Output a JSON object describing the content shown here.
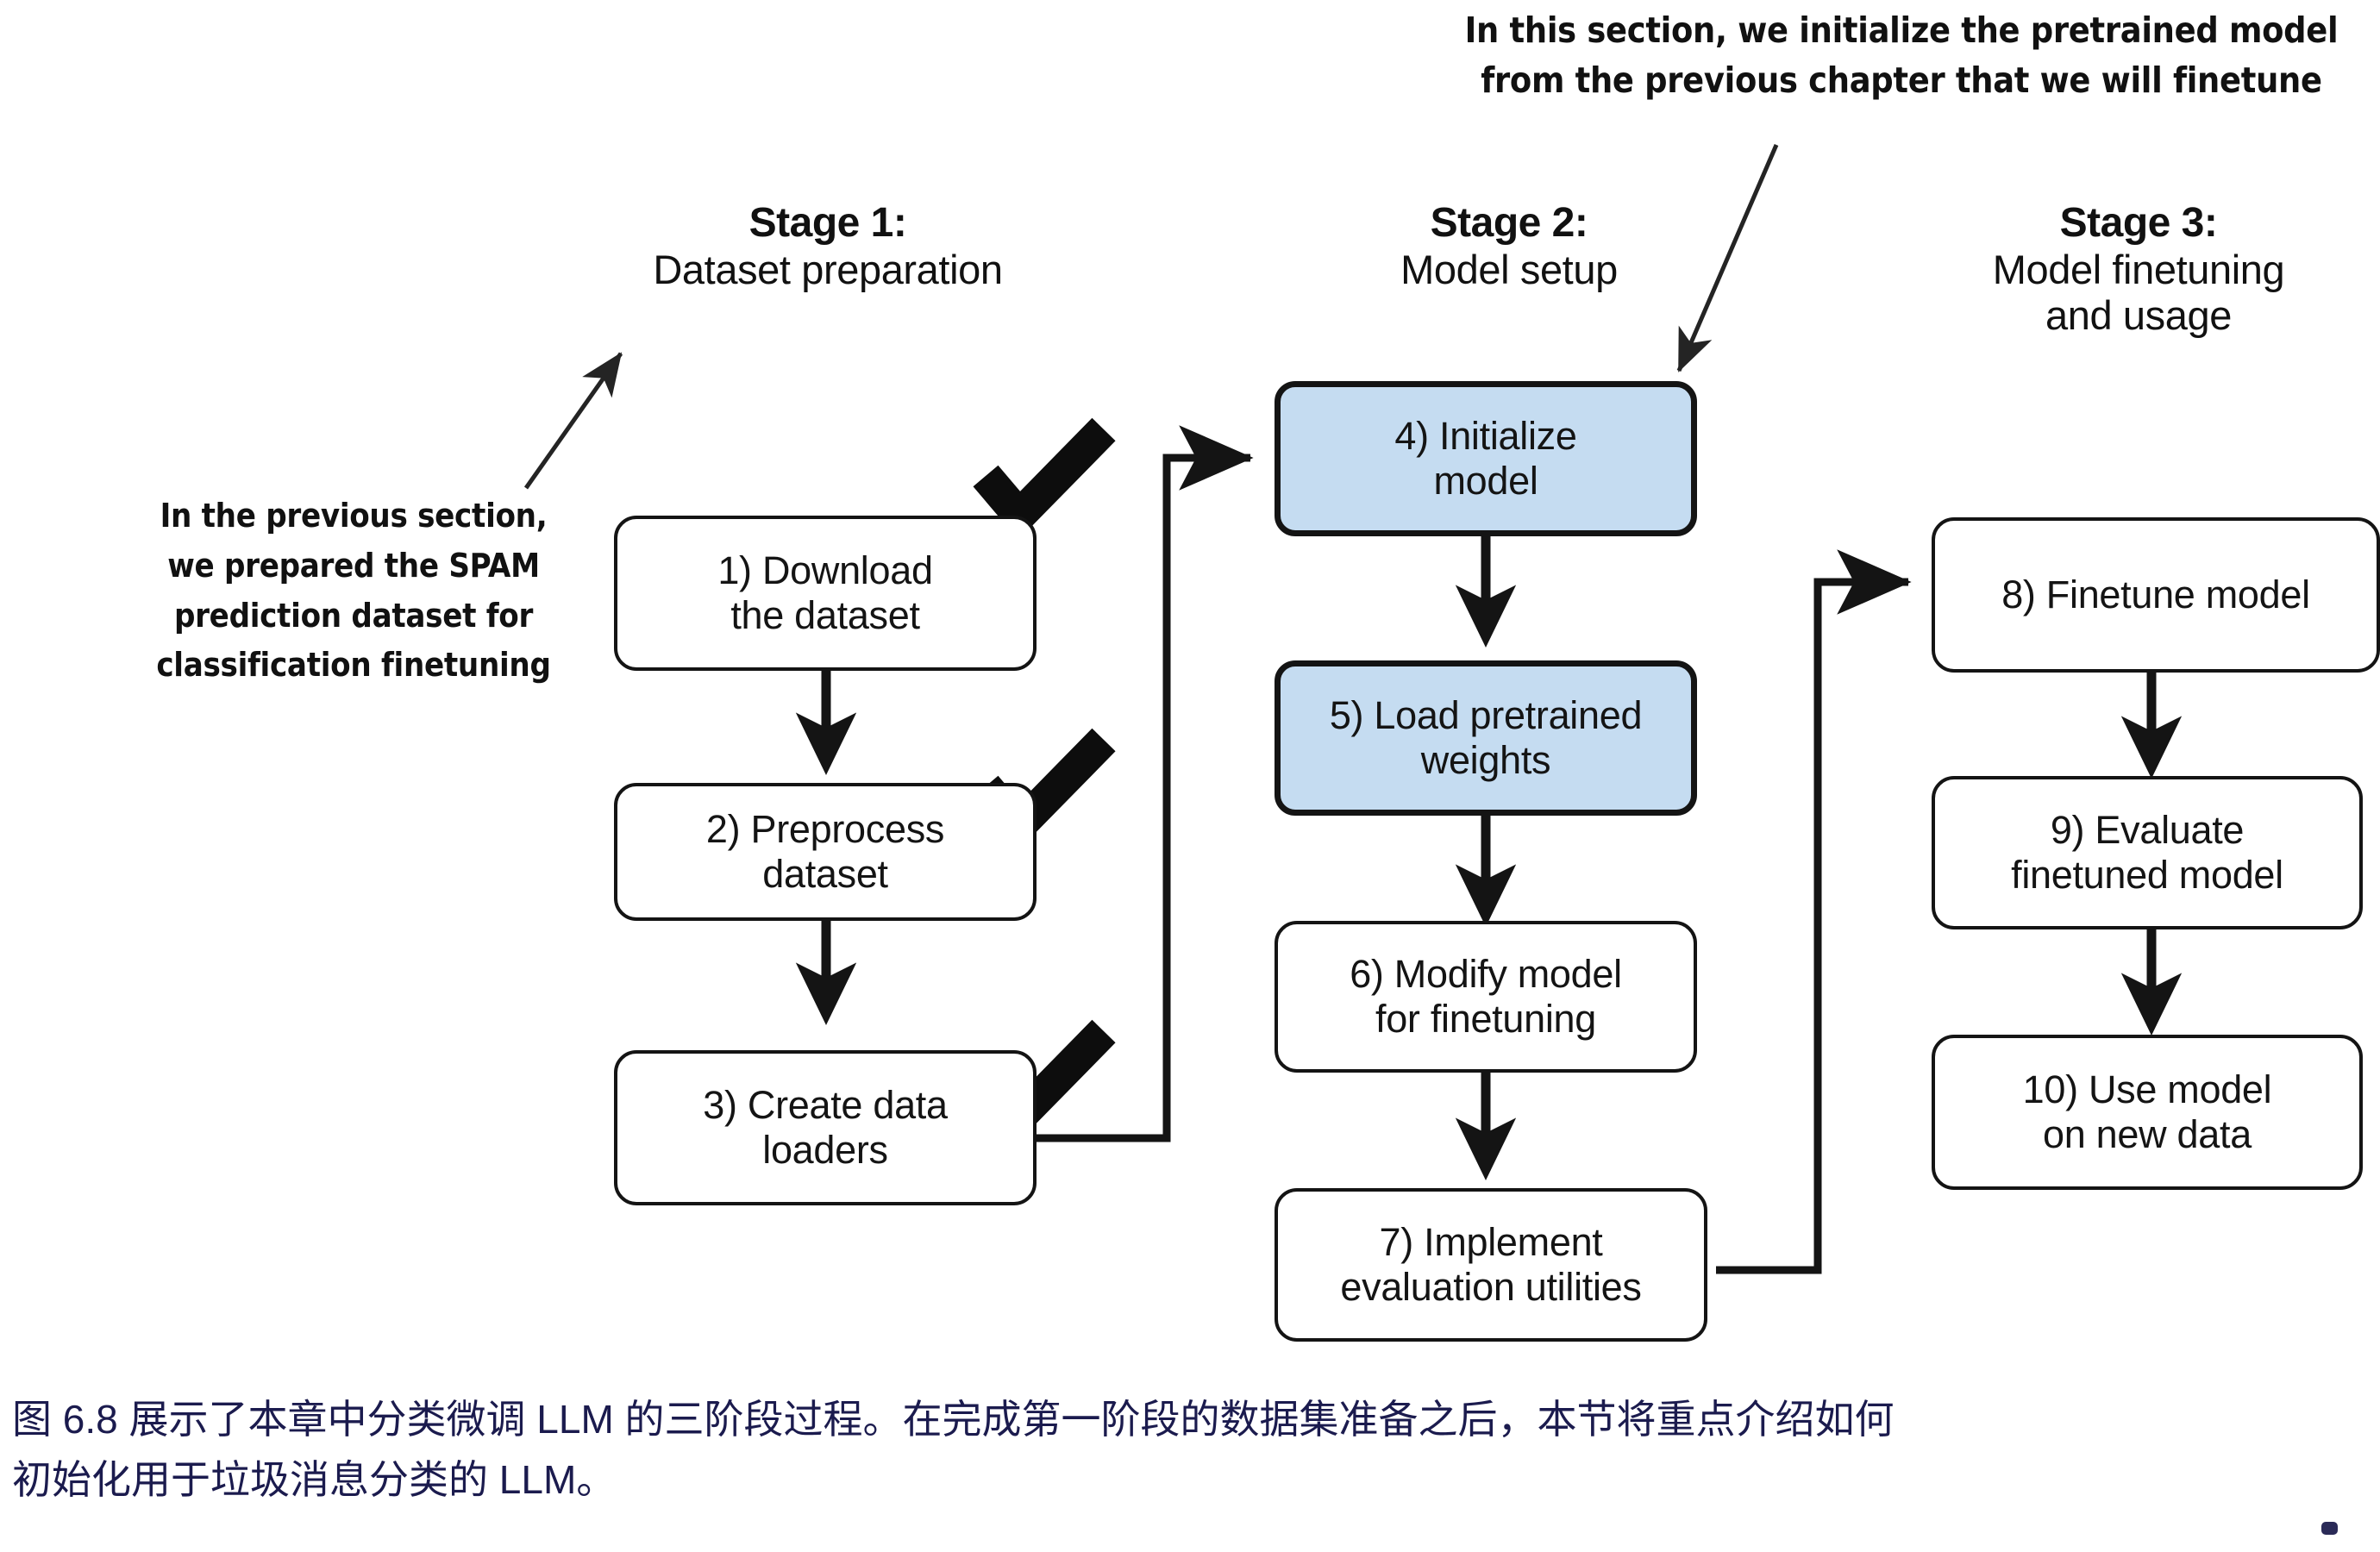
{
  "figure": {
    "id": "figure-6-8",
    "bg_color": "#ffffff",
    "accent_blue": "#c5dcf1",
    "line_color": "#141414",
    "caption_color": "#1b1b4e"
  },
  "annotations": {
    "top": {
      "name": "top-annotation",
      "line1": "In this section, we initialize the pretrained model",
      "line2": "from the previous chapter that we will finetune",
      "points_to": "4) Initialize model"
    },
    "left": {
      "name": "left-annotation",
      "line1": "In the previous section,",
      "line2": "we prepared the SPAM",
      "line3": "prediction dataset for",
      "line4": "classification finetuning",
      "points_to": "Stage 1: Dataset preparation"
    }
  },
  "stages": [
    {
      "key": "stage1",
      "title": "Stage 1:",
      "subtitle_line1": "Dataset preparation",
      "subtitle_line2": ""
    },
    {
      "key": "stage2",
      "title": "Stage 2:",
      "subtitle_line1": "Model setup",
      "subtitle_line2": ""
    },
    {
      "key": "stage3",
      "title": "Stage 3:",
      "subtitle_line1": "Model finetuning",
      "subtitle_line2": "and usage"
    }
  ],
  "nodes": [
    {
      "id": "n1",
      "line1": "1) Download",
      "line2": "the dataset",
      "highlight": false,
      "checked": true,
      "stage": "stage1"
    },
    {
      "id": "n2",
      "line1": "2) Preprocess",
      "line2": "dataset",
      "highlight": false,
      "checked": true,
      "stage": "stage1"
    },
    {
      "id": "n3",
      "line1": "3) Create data",
      "line2": "loaders",
      "highlight": false,
      "checked": true,
      "stage": "stage1"
    },
    {
      "id": "n4",
      "line1": "4) Initialize",
      "line2": "model",
      "highlight": true,
      "checked": false,
      "stage": "stage2"
    },
    {
      "id": "n5",
      "line1": "5) Load pretrained",
      "line2": "weights",
      "highlight": true,
      "checked": false,
      "stage": "stage2"
    },
    {
      "id": "n6",
      "line1": "6) Modify model",
      "line2": "for finetuning",
      "highlight": false,
      "checked": false,
      "stage": "stage2"
    },
    {
      "id": "n7",
      "line1": "7) Implement",
      "line2": "evaluation utilities",
      "highlight": false,
      "checked": false,
      "stage": "stage2"
    },
    {
      "id": "n8",
      "line1": "8) Finetune model",
      "line2": "",
      "highlight": false,
      "checked": false,
      "stage": "stage3"
    },
    {
      "id": "n9",
      "line1": "9) Evaluate",
      "line2": "finetuned model",
      "highlight": false,
      "checked": false,
      "stage": "stage3"
    },
    {
      "id": "n10",
      "line1": "10) Use model",
      "line2": "on new data",
      "highlight": false,
      "checked": false,
      "stage": "stage3"
    }
  ],
  "caption": {
    "line1": "图 6.8 展示了本章中分类微调 LLM 的三阶段过程。在完成第一阶段的数据集准备之后，本节将重点介绍如何",
    "line2": "初始化用于垃圾消息分类的 LLM。"
  }
}
